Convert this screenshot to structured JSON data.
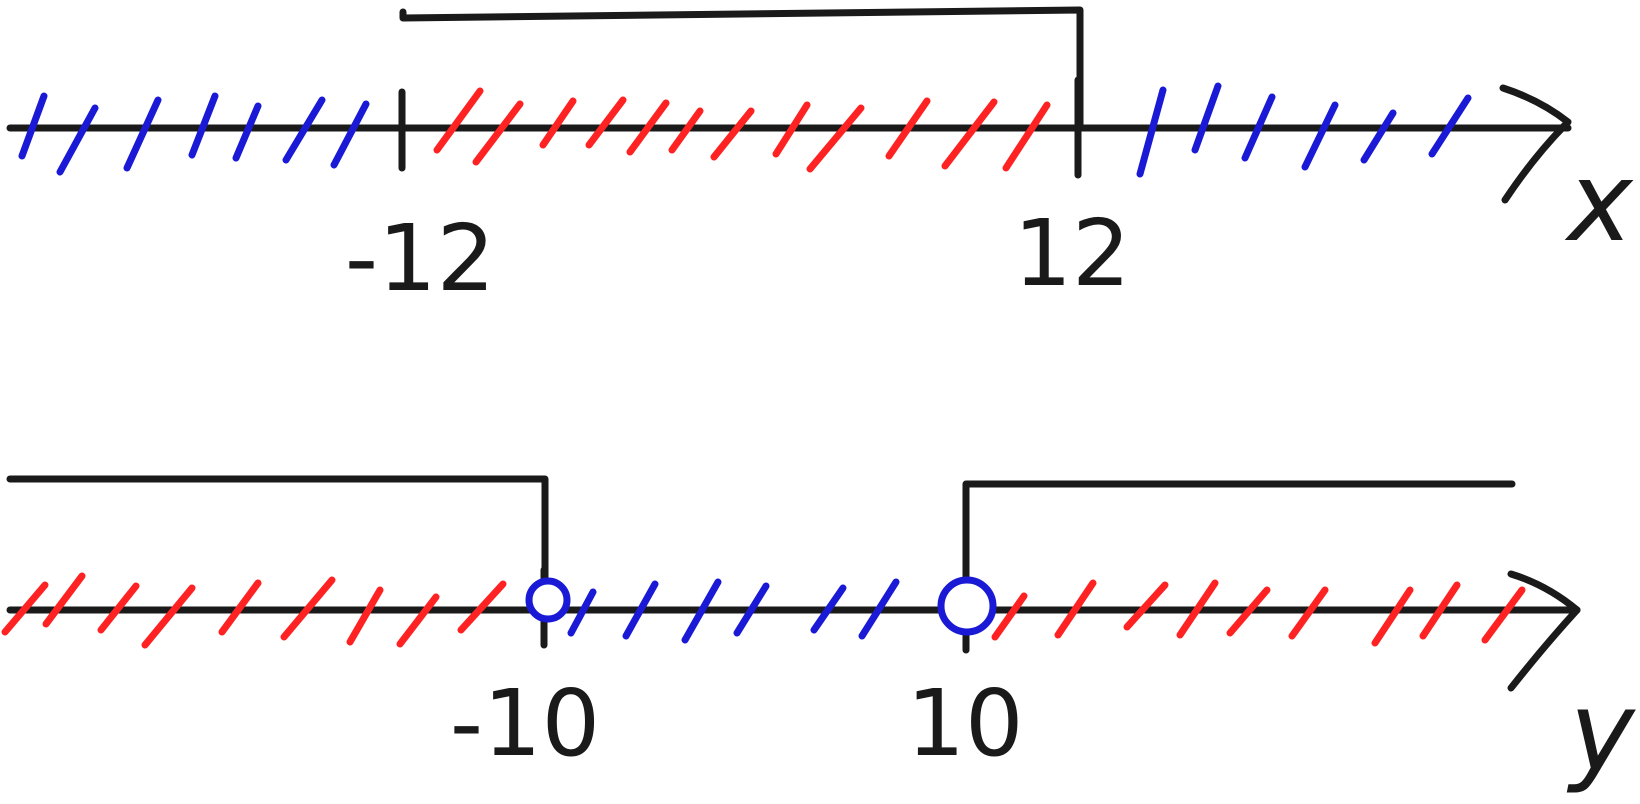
{
  "colors": {
    "ink": "#1a1a1a",
    "included": "#ff2222",
    "excluded": "#1a1ad6"
  },
  "top_line": {
    "variable": "x",
    "boundaries": [
      "-12",
      "12"
    ],
    "included_region": "between",
    "endpoints": "closed"
  },
  "bottom_line": {
    "variable": "y",
    "boundaries": [
      "-10",
      "10"
    ],
    "included_region": "outside",
    "endpoints": "open"
  }
}
